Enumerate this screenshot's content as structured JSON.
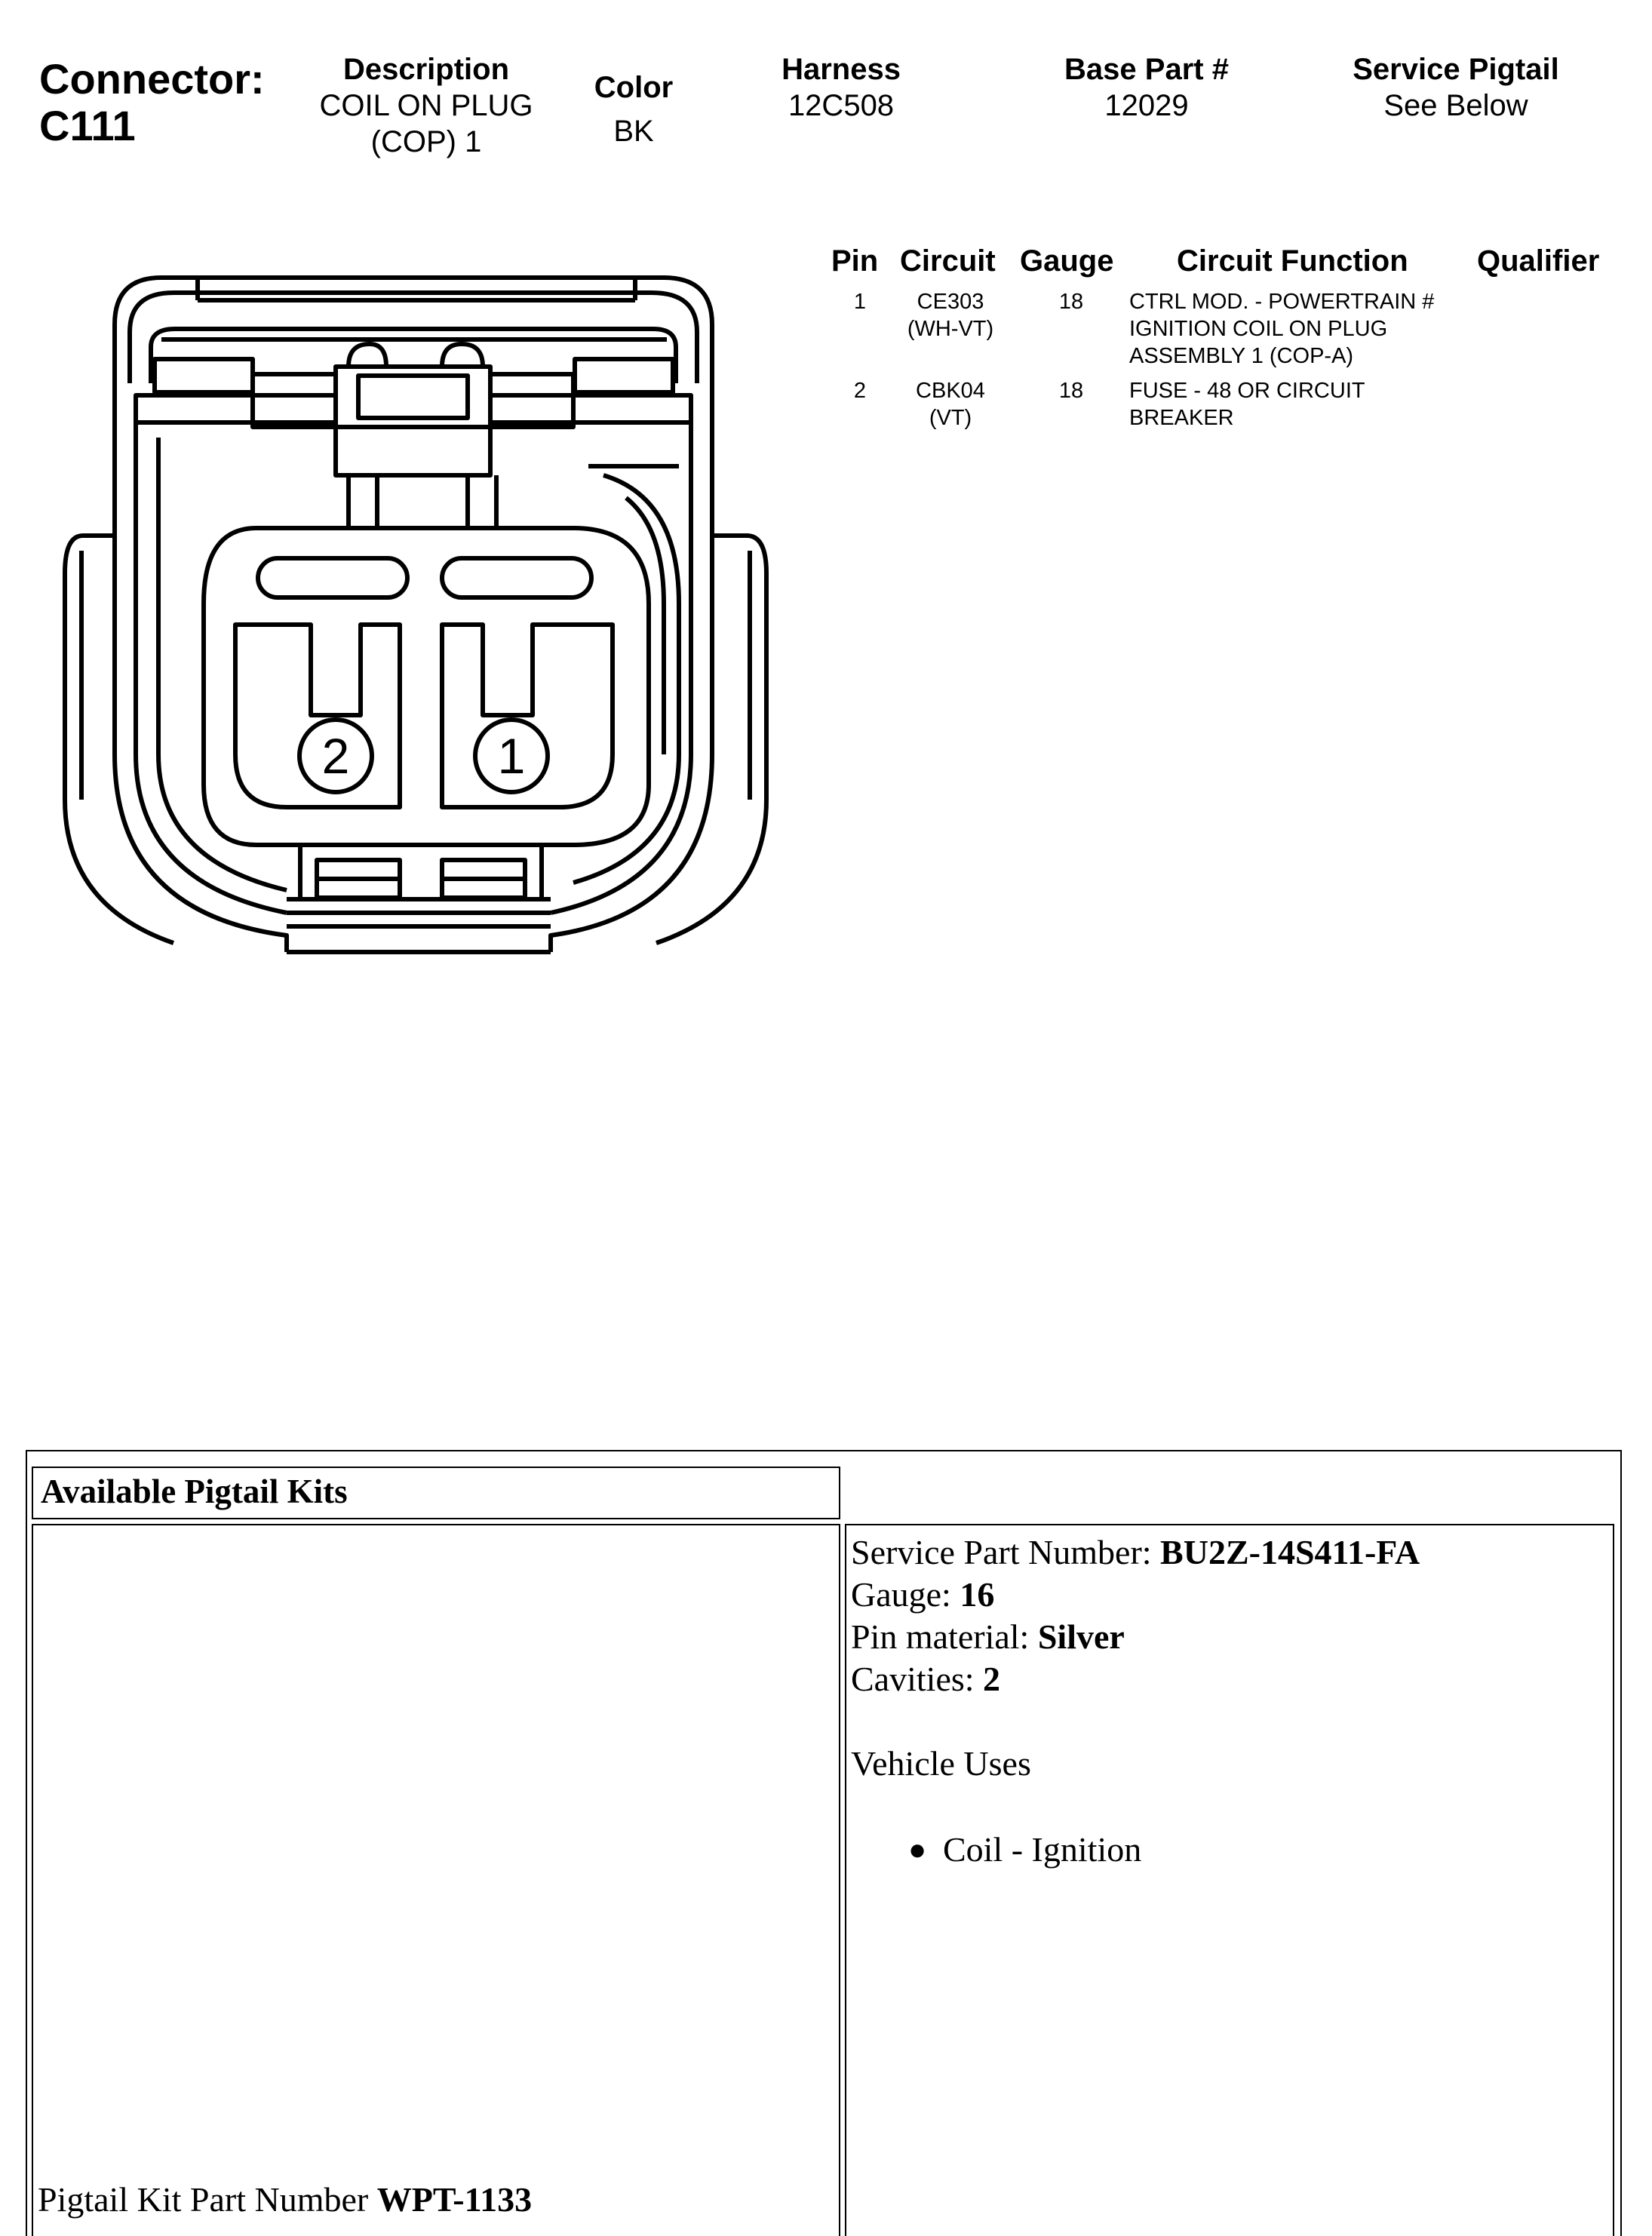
{
  "connector": {
    "label": "Connector:",
    "id": "C111"
  },
  "header": {
    "description": {
      "label": "Description",
      "value_line1": "COIL ON PLUG",
      "value_line2": "(COP) 1"
    },
    "color": {
      "label": "Color",
      "value": "BK"
    },
    "harness": {
      "label": "Harness",
      "value": "12C508"
    },
    "base_part": {
      "label": "Base Part #",
      "value": "12029"
    },
    "service_pigtail": {
      "label": "Service Pigtail",
      "value": "See Below"
    }
  },
  "pin_table": {
    "headers": {
      "pin": "Pin",
      "circuit": "Circuit",
      "gauge": "Gauge",
      "function": "Circuit Function",
      "qualifier": "Qualifier"
    },
    "rows": [
      {
        "pin": "1",
        "circuit_line1": "CE303",
        "circuit_line2": "(WH-VT)",
        "gauge": "18",
        "function_line1": "CTRL MOD. - POWERTRAIN #",
        "function_line2": "IGNITION COIL ON PLUG",
        "function_line3": "ASSEMBLY 1 (COP-A)"
      },
      {
        "pin": "2",
        "circuit_line1": "CBK04",
        "circuit_line2": "(VT)",
        "gauge": "18",
        "function_line1": "FUSE - 48 OR CIRCUIT",
        "function_line2": "BREAKER",
        "function_line3": ""
      }
    ]
  },
  "diagram": {
    "pin_labels": [
      "2",
      "1"
    ]
  },
  "pigtail_kits": {
    "title": "Available Pigtail Kits",
    "kit_part_label": "Pigtail Kit Part Number ",
    "kit_part_value": "WPT-1133",
    "service_part_label": "Service Part Number: ",
    "service_part_value": "BU2Z-14S411-FA",
    "gauge_label": "Gauge: ",
    "gauge_value": "16",
    "pin_material_label": "Pin material: ",
    "pin_material_value": "Silver",
    "cavities_label": "Cavities: ",
    "cavities_value": "2",
    "vehicle_uses_label": "Vehicle Uses",
    "vehicle_uses": [
      "Coil - Ignition"
    ]
  }
}
